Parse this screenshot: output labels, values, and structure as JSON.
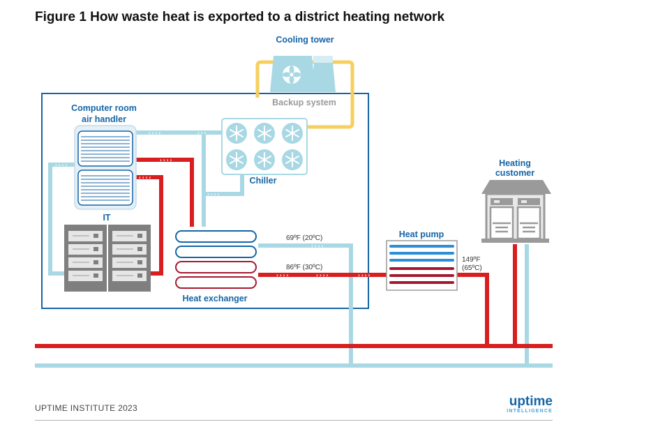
{
  "title": "Figure 1 How waste heat is exported to a district heating network",
  "labels": {
    "cooling_tower": "Cooling tower",
    "backup_system": "Backup system",
    "air_handler_line1": "Computer room",
    "air_handler_line2": "air handler",
    "chiller": "Chiller",
    "it": "IT",
    "heat_exchanger": "Heat exchanger",
    "heat_pump": "Heat pump",
    "heating_customer_line1": "Heating",
    "heating_customer_line2": "customer"
  },
  "temperatures": {
    "cold_return": "69ºF (20ºC)",
    "warm_out": "86ºF (30ºC)",
    "hot_out_f": "149ºF",
    "hot_out_c": "(65ºC)"
  },
  "footer": {
    "source": "UPTIME INSTITUTE 2023",
    "logo_main": "uptime",
    "logo_sub": "INTELLIGENCE"
  },
  "colors": {
    "hot_pipe": "#d81e1e",
    "cold_pipe": "#a7d8e4",
    "tower_loop": "#f6cf5e",
    "boundary": "#1565a6",
    "label_blue": "#1565a6",
    "equipment_grey": "#8c8c8c"
  }
}
